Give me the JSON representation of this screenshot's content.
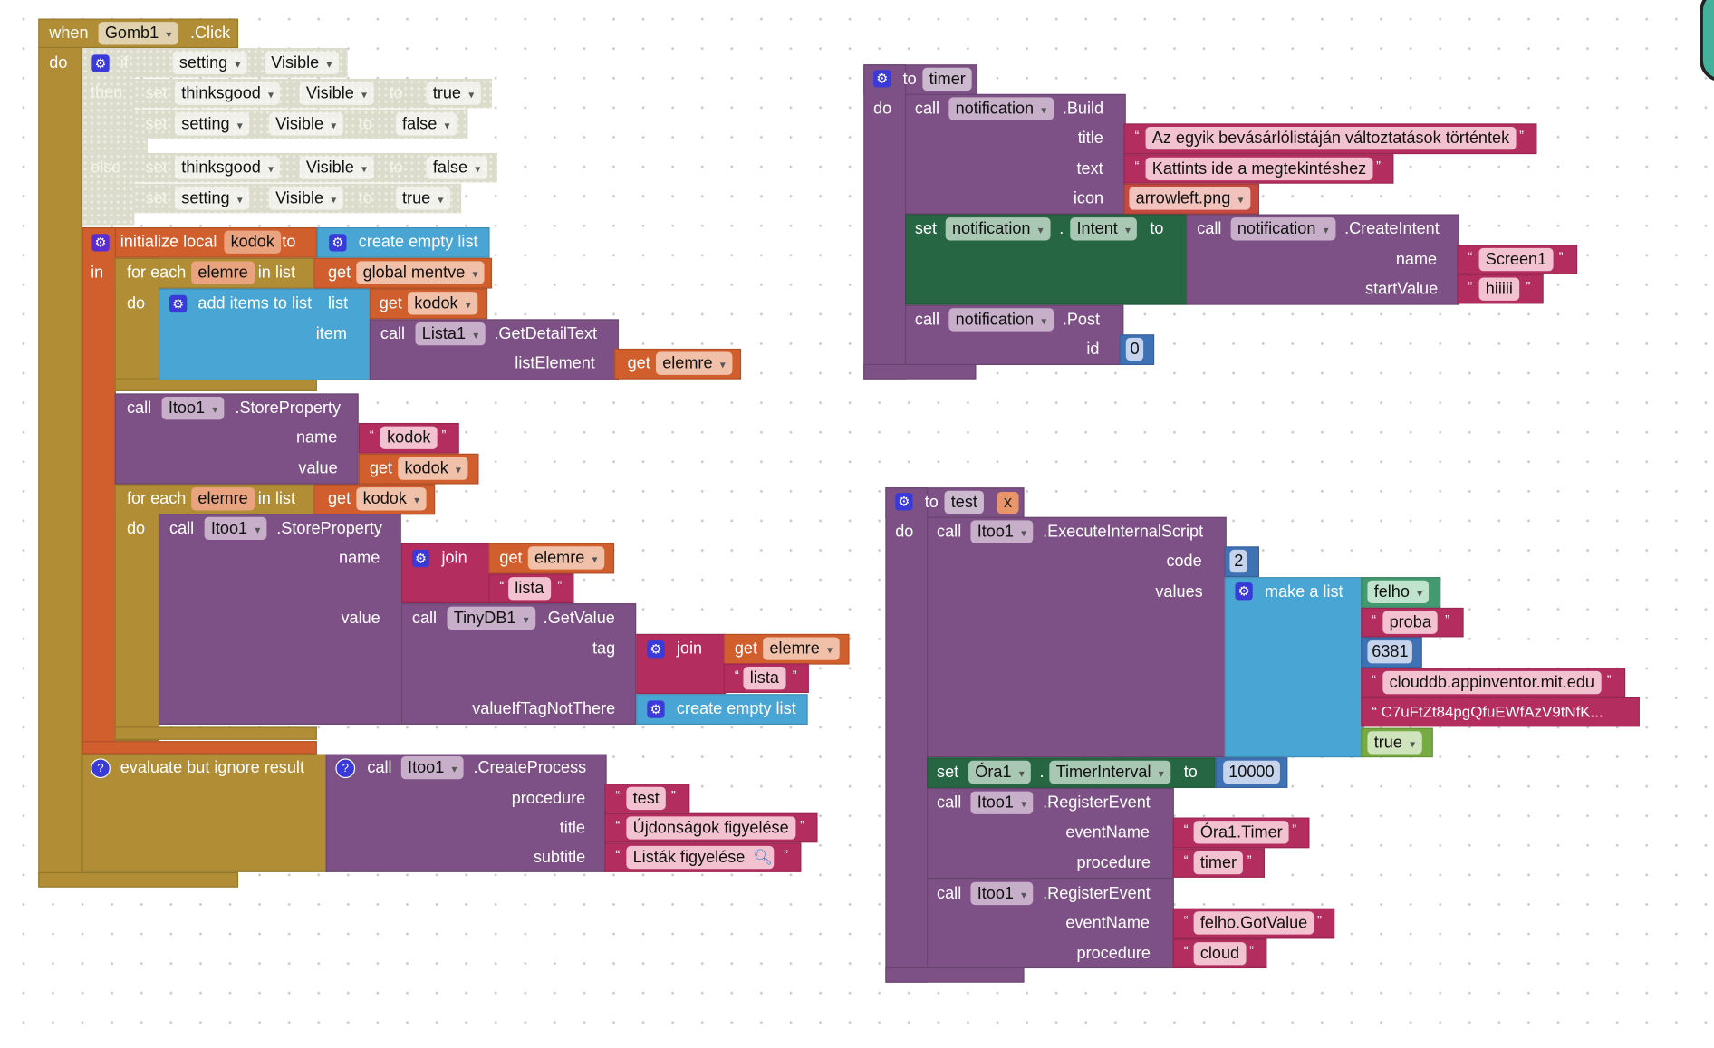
{
  "event": {
    "when": "when",
    "component": "Gomb1",
    "event": ".Click",
    "do": "do"
  },
  "if_block": {
    "if": "if",
    "then": "then",
    "else": "else",
    "cond_comp": "setting",
    "cond_prop": "Visible",
    "rows": [
      {
        "set": "set",
        "comp": "thinksgood",
        "prop": "Visible",
        "to": "to",
        "value": "true"
      },
      {
        "set": "set",
        "comp": "setting",
        "prop": "Visible",
        "to": "to",
        "value": "false"
      },
      {
        "set": "set",
        "comp": "thinksgood",
        "prop": "Visible",
        "to": "to",
        "value": "false"
      },
      {
        "set": "set",
        "comp": "setting",
        "prop": "Visible",
        "to": "to",
        "value": "true"
      }
    ]
  },
  "init_local": {
    "label": "initialize local",
    "var": "kodok",
    "to": "to",
    "in": "in",
    "value": "create empty list"
  },
  "foreach1": {
    "for_each": "for each",
    "var": "elemre",
    "in_list": "in list",
    "do": "do",
    "get": "get",
    "list": "global mentve"
  },
  "add_items": {
    "label": "add items to list",
    "list": "list",
    "item": "item",
    "get": "get",
    "list_var": "kodok",
    "call": "call",
    "comp": "Lista1",
    "method": ".GetDetailText",
    "list_element": "listElement",
    "elem_var": "elemre"
  },
  "store1": {
    "call": "call",
    "comp": "Itoo1",
    "method": ".StoreProperty",
    "name": "name",
    "value": "value",
    "name_text": "kodok",
    "get": "get",
    "value_var": "kodok"
  },
  "foreach2": {
    "for_each": "for each",
    "var": "elemre",
    "in_list": "in list",
    "do": "do",
    "get": "get",
    "list": "kodok"
  },
  "store2": {
    "call": "call",
    "comp": "Itoo1",
    "method": ".StoreProperty",
    "name": "name",
    "value": "value",
    "join": "join",
    "get": "get",
    "elem_var": "elemre",
    "suffix": "lista",
    "getvalue": {
      "call": "call",
      "comp": "TinyDB1",
      "method": ".GetValue",
      "tag": "tag",
      "join": "join",
      "get": "get",
      "elem_var": "elemre",
      "suffix": "lista",
      "not_there": "valueIfTagNotThere",
      "empty": "create empty list"
    }
  },
  "evaluate": {
    "label": "evaluate but ignore result",
    "call": "call",
    "comp": "Itoo1",
    "method": ".CreateProcess",
    "procedure": "procedure",
    "title": "title",
    "subtitle": "subtitle",
    "procedure_val": "test",
    "title_val": "Újdonságok figyelése",
    "subtitle_val": "Listák figyelése"
  },
  "timer_proc": {
    "to": "to",
    "name": "timer",
    "do": "do",
    "build": {
      "call": "call",
      "comp": "notification",
      "method": ".Build",
      "title": "title",
      "text": "text",
      "icon": "icon",
      "title_val": "Az egyik bevásárlólistáján változtatások történtek",
      "text_val": "Kattints ide a megtekintéshez",
      "icon_val": "arrowleft.png"
    },
    "set_intent": {
      "set": "set",
      "comp": "notification",
      "prop": "Intent",
      "to": "to",
      "call": "call",
      "comp2": "notification",
      "method": ".CreateIntent",
      "name": "name",
      "start": "startValue",
      "name_val": "Screen1",
      "start_val": "hiiiii"
    },
    "post": {
      "call": "call",
      "comp": "notification",
      "method": ".Post",
      "id": "id",
      "id_val": "0"
    }
  },
  "test_proc": {
    "to": "to",
    "name": "test",
    "param": "x",
    "do": "do",
    "exec": {
      "call": "call",
      "comp": "Itoo1",
      "method": ".ExecuteInternalScript",
      "code": "code",
      "values": "values",
      "code_val": "2",
      "make_list": "make a list",
      "items": [
        "felho",
        "proba",
        "6381",
        "clouddb.appinventor.mit.edu",
        "C7uFtZt84pgQfuEWfAzV9tNfK...",
        "true"
      ]
    },
    "set_timer": {
      "set": "set",
      "comp": "Óra1",
      "prop": "TimerInterval",
      "to": "to",
      "value": "10000"
    },
    "reg1": {
      "call": "call",
      "comp": "Itoo1",
      "method": ".RegisterEvent",
      "event_name": "eventName",
      "procedure": "procedure",
      "event_val": "Óra1.Timer",
      "proc_val": "timer"
    },
    "reg2": {
      "call": "call",
      "comp": "Itoo1",
      "method": ".RegisterEvent",
      "event_name": "eventName",
      "procedure": "procedure",
      "event_val": "felho.GotValue",
      "proc_val": "cloud"
    }
  }
}
